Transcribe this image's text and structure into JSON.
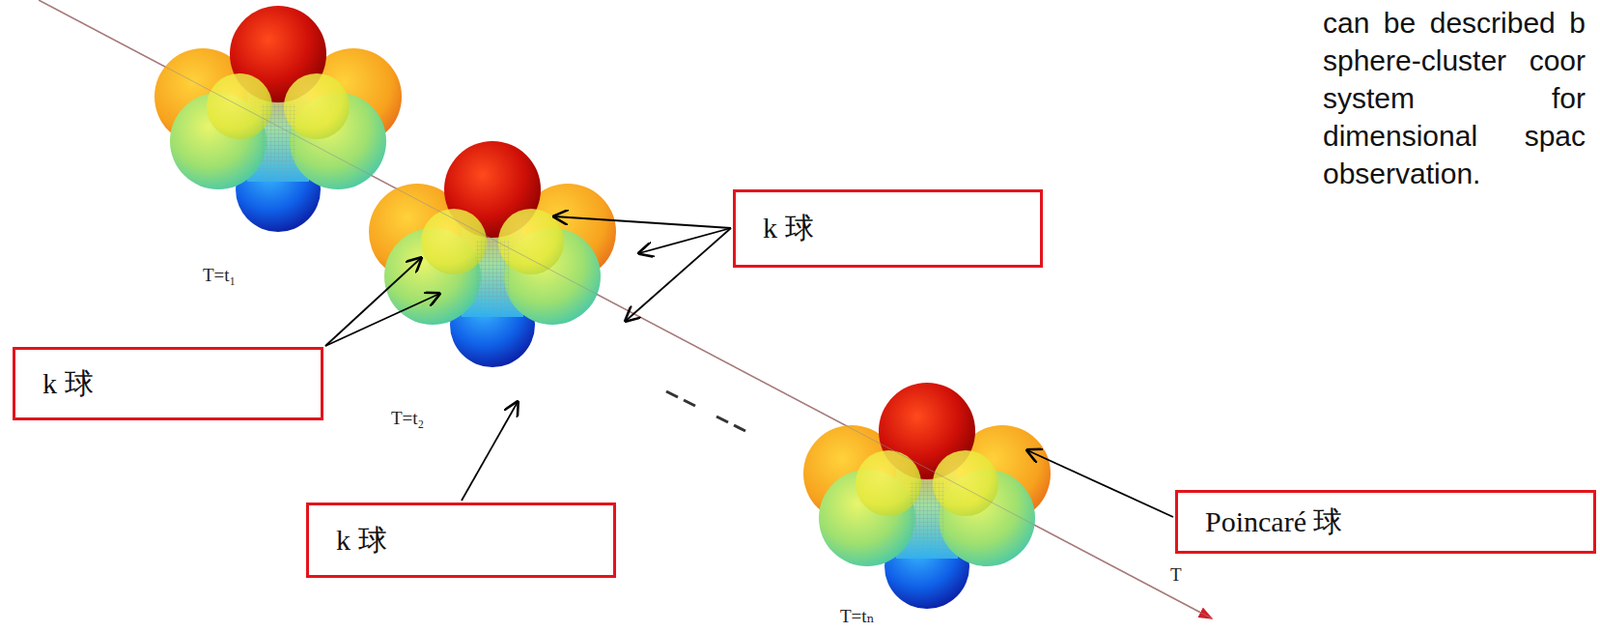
{
  "diagram": {
    "nodes": [
      {
        "text": [
          "k 球"
        ]
      },
      {
        "text": [
          "k 球"
        ]
      },
      {
        "text": [
          "Poincaré 球"
        ]
      },
      {
        "text": [
          "k 球"
        ]
      }
    ],
    "labels": [
      "T=t₁",
      "T=t₂",
      "T=tₙ",
      "T",
      "can be described b sphere-cluster coor system for dimensional spac observation."
    ]
  }
}
